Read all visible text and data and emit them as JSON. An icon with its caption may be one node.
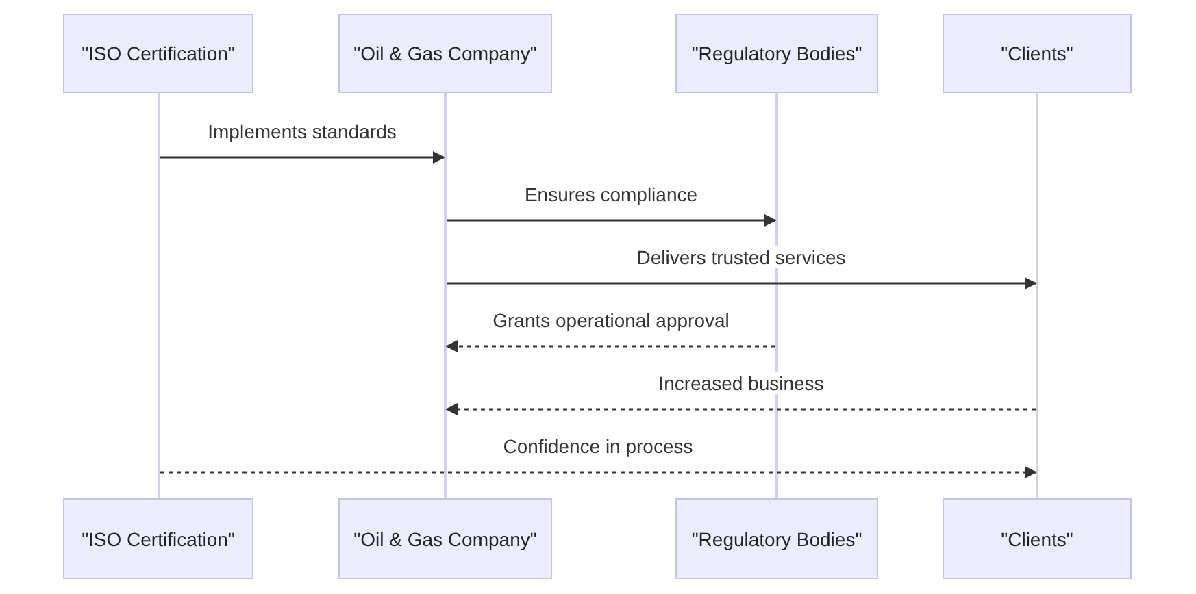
{
  "diagram": {
    "nodes": [
      {
        "text": [
          "\"ISO Certification\""
        ]
      },
      {
        "text": [
          "\"Oil & Gas Company\""
        ]
      },
      {
        "text": [
          "\"Regulatory Bodies\""
        ]
      },
      {
        "text": [
          "\"Clients\""
        ]
      },
      {
        "text": [
          "\"ISO Certification\""
        ]
      },
      {
        "text": [
          "\"Oil & Gas Company\""
        ]
      },
      {
        "text": [
          "\"Regulatory Bodies\""
        ]
      },
      {
        "text": [
          "\"Clients\""
        ]
      },
      {
        "text": [],
        "shape": "bar"
      },
      {
        "text": [],
        "shape": "bar"
      },
      {
        "text": [],
        "shape": "bar"
      },
      {
        "text": [],
        "shape": "bar"
      }
    ],
    "edges": [
      {
        "from": 8,
        "to": 9,
        "arrow": "to",
        "label": "Implements standards"
      },
      {
        "from": 9,
        "to": 10,
        "arrow": "to",
        "label": "Ensures compliance"
      },
      {
        "from": 9,
        "to": 11,
        "arrow": "to",
        "label": "Delivers trusted services"
      },
      {
        "from": 10,
        "to": 9,
        "arrow": "to",
        "label": "Grants operational approval",
        "style": "dashed"
      },
      {
        "from": 11,
        "to": 9,
        "arrow": "to",
        "label": "Increased business",
        "style": "dashed"
      },
      {
        "from": 8,
        "to": 11,
        "arrow": "to",
        "label": "Confidence in process",
        "style": "dashed"
      }
    ]
  }
}
